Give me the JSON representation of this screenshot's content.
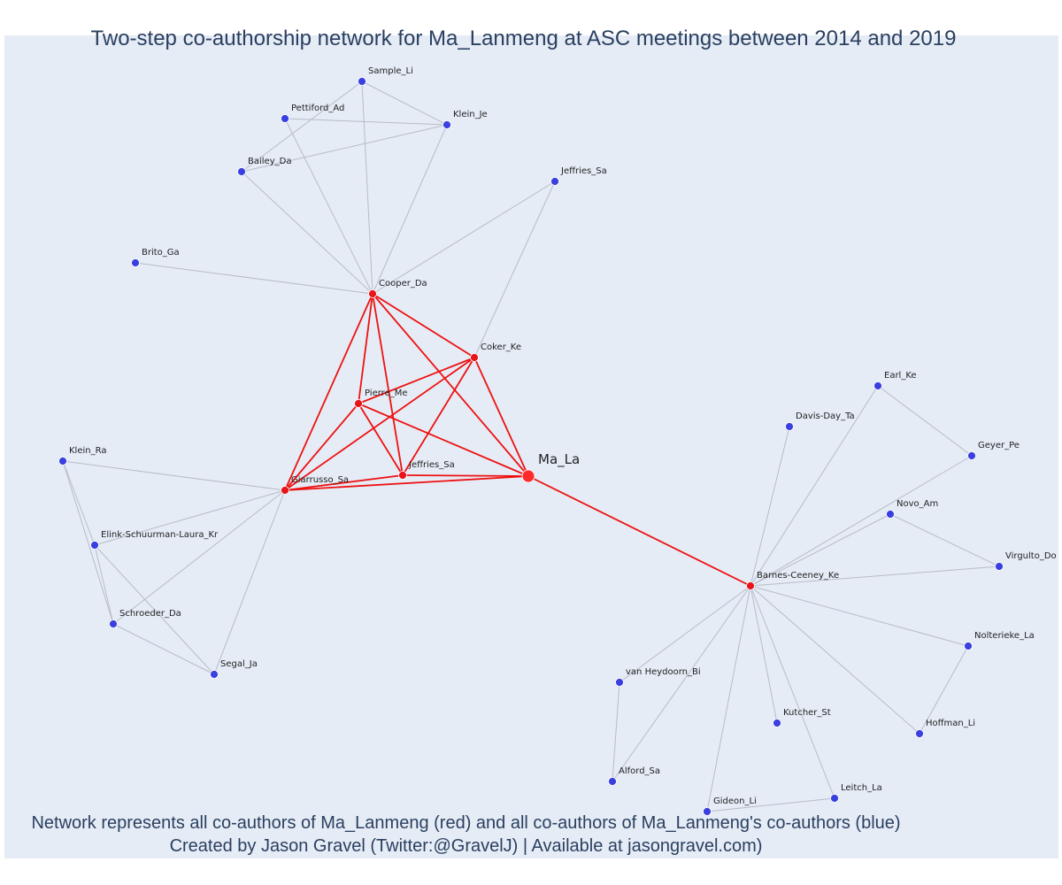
{
  "title": "Two-step co-authorship network for Ma_Lanmeng at ASC meetings between 2014 and 2019",
  "caption": {
    "line1": "Network represents all co-authors of Ma_Lanmeng (red) and all co-authors of Ma_Lanmeng's co-authors (blue)",
    "line2": "Created by Jason Gravel (Twitter:@GravelJ) | Available at jasongravel.com)"
  },
  "colors": {
    "background": "#e5ecf6",
    "ego_node": "#ff2a2a",
    "coauthor_node": "#e8141a",
    "second_step_node": "#3a3fe0",
    "primary_edge": "#ee1111",
    "secondary_edge": "#b8bcc8",
    "text": "#2a3f5f"
  },
  "network": {
    "ego": "Ma_La",
    "nodes": [
      {
        "id": "ma",
        "label": "Ma_La",
        "group": "ego"
      },
      {
        "id": "cooper",
        "label": "Cooper_Da",
        "group": "coauthor"
      },
      {
        "id": "coker",
        "label": "Coker_Ke",
        "group": "coauthor"
      },
      {
        "id": "pierre",
        "label": "Pierre_Me",
        "group": "coauthor"
      },
      {
        "id": "jeffries1",
        "label": "Jeffries_Sa",
        "group": "coauthor"
      },
      {
        "id": "giarrusso",
        "label": "Giarrusso_Sa",
        "group": "coauthor"
      },
      {
        "id": "barnes",
        "label": "Barnes-Ceeney_Ke",
        "group": "coauthor"
      },
      {
        "id": "sample",
        "label": "Sample_Li",
        "group": "second"
      },
      {
        "id": "pettiford",
        "label": "Pettiford_Ad",
        "group": "second"
      },
      {
        "id": "kleinje",
        "label": "Klein_Je",
        "group": "second"
      },
      {
        "id": "bailey",
        "label": "Bailey_Da",
        "group": "second"
      },
      {
        "id": "jeffries2",
        "label": "Jeffries_Sa",
        "group": "second"
      },
      {
        "id": "brito",
        "label": "Brito_Ga",
        "group": "second"
      },
      {
        "id": "kleinra",
        "label": "Klein_Ra",
        "group": "second"
      },
      {
        "id": "elink",
        "label": "Elink-Schuurman-Laura_Kr",
        "group": "second"
      },
      {
        "id": "schroeder",
        "label": "Schroeder_Da",
        "group": "second"
      },
      {
        "id": "segal",
        "label": "Segal_Ja",
        "group": "second"
      },
      {
        "id": "earl",
        "label": "Earl_Ke",
        "group": "second"
      },
      {
        "id": "davisday",
        "label": "Davis-Day_Ta",
        "group": "second"
      },
      {
        "id": "geyer",
        "label": "Geyer_Pe",
        "group": "second"
      },
      {
        "id": "novo",
        "label": "Novo_Am",
        "group": "second"
      },
      {
        "id": "virgulto",
        "label": "Virgulto_Do",
        "group": "second"
      },
      {
        "id": "nolte",
        "label": "Nolterieke_La",
        "group": "second"
      },
      {
        "id": "vanheyd",
        "label": "van Heydoorn_Bi",
        "group": "second"
      },
      {
        "id": "kutcher",
        "label": "Kutcher_St",
        "group": "second"
      },
      {
        "id": "hoffman",
        "label": "Hoffman_Li",
        "group": "second"
      },
      {
        "id": "alford",
        "label": "Alford_Sa",
        "group": "second"
      },
      {
        "id": "leitch",
        "label": "Leitch_La",
        "group": "second"
      },
      {
        "id": "gideon",
        "label": "Gideon_Li",
        "group": "second"
      }
    ],
    "edges": [
      {
        "source": "ma",
        "target": "cooper",
        "type": "primary"
      },
      {
        "source": "ma",
        "target": "coker",
        "type": "primary"
      },
      {
        "source": "ma",
        "target": "pierre",
        "type": "primary"
      },
      {
        "source": "ma",
        "target": "jeffries1",
        "type": "primary"
      },
      {
        "source": "ma",
        "target": "giarrusso",
        "type": "primary"
      },
      {
        "source": "ma",
        "target": "barnes",
        "type": "primary"
      },
      {
        "source": "cooper",
        "target": "coker",
        "type": "primary"
      },
      {
        "source": "cooper",
        "target": "pierre",
        "type": "primary"
      },
      {
        "source": "cooper",
        "target": "jeffries1",
        "type": "primary"
      },
      {
        "source": "cooper",
        "target": "giarrusso",
        "type": "primary"
      },
      {
        "source": "coker",
        "target": "pierre",
        "type": "primary"
      },
      {
        "source": "coker",
        "target": "jeffries1",
        "type": "primary"
      },
      {
        "source": "coker",
        "target": "giarrusso",
        "type": "primary"
      },
      {
        "source": "pierre",
        "target": "jeffries1",
        "type": "primary"
      },
      {
        "source": "pierre",
        "target": "giarrusso",
        "type": "primary"
      },
      {
        "source": "jeffries1",
        "target": "giarrusso",
        "type": "primary"
      },
      {
        "source": "cooper",
        "target": "sample",
        "type": "secondary"
      },
      {
        "source": "cooper",
        "target": "pettiford",
        "type": "secondary"
      },
      {
        "source": "cooper",
        "target": "kleinje",
        "type": "secondary"
      },
      {
        "source": "cooper",
        "target": "bailey",
        "type": "secondary"
      },
      {
        "source": "cooper",
        "target": "brito",
        "type": "secondary"
      },
      {
        "source": "sample",
        "target": "kleinje",
        "type": "secondary"
      },
      {
        "source": "sample",
        "target": "bailey",
        "type": "secondary"
      },
      {
        "source": "pettiford",
        "target": "kleinje",
        "type": "secondary"
      },
      {
        "source": "bailey",
        "target": "kleinje",
        "type": "secondary"
      },
      {
        "source": "coker",
        "target": "jeffries2",
        "type": "secondary"
      },
      {
        "source": "cooper",
        "target": "jeffries2",
        "type": "secondary"
      },
      {
        "source": "giarrusso",
        "target": "kleinra",
        "type": "secondary"
      },
      {
        "source": "giarrusso",
        "target": "elink",
        "type": "secondary"
      },
      {
        "source": "giarrusso",
        "target": "schroeder",
        "type": "secondary"
      },
      {
        "source": "giarrusso",
        "target": "segal",
        "type": "secondary"
      },
      {
        "source": "kleinra",
        "target": "elink",
        "type": "secondary"
      },
      {
        "source": "kleinra",
        "target": "schroeder",
        "type": "secondary"
      },
      {
        "source": "elink",
        "target": "schroeder",
        "type": "secondary"
      },
      {
        "source": "elink",
        "target": "segal",
        "type": "secondary"
      },
      {
        "source": "schroeder",
        "target": "segal",
        "type": "secondary"
      },
      {
        "source": "barnes",
        "target": "earl",
        "type": "secondary"
      },
      {
        "source": "barnes",
        "target": "davisday",
        "type": "secondary"
      },
      {
        "source": "barnes",
        "target": "geyer",
        "type": "secondary"
      },
      {
        "source": "barnes",
        "target": "novo",
        "type": "secondary"
      },
      {
        "source": "barnes",
        "target": "virgulto",
        "type": "secondary"
      },
      {
        "source": "barnes",
        "target": "nolte",
        "type": "secondary"
      },
      {
        "source": "barnes",
        "target": "vanheyd",
        "type": "secondary"
      },
      {
        "source": "barnes",
        "target": "kutcher",
        "type": "secondary"
      },
      {
        "source": "barnes",
        "target": "hoffman",
        "type": "secondary"
      },
      {
        "source": "barnes",
        "target": "alford",
        "type": "secondary"
      },
      {
        "source": "barnes",
        "target": "leitch",
        "type": "secondary"
      },
      {
        "source": "barnes",
        "target": "gideon",
        "type": "secondary"
      },
      {
        "source": "earl",
        "target": "geyer",
        "type": "secondary"
      },
      {
        "source": "novo",
        "target": "virgulto",
        "type": "secondary"
      },
      {
        "source": "nolte",
        "target": "hoffman",
        "type": "secondary"
      },
      {
        "source": "vanheyd",
        "target": "alford",
        "type": "secondary"
      },
      {
        "source": "leitch",
        "target": "gideon",
        "type": "secondary"
      }
    ]
  }
}
